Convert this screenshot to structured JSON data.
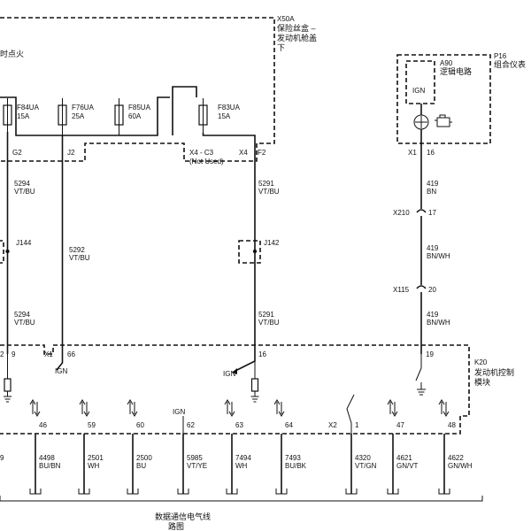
{
  "x50a": {
    "id": "X50A",
    "name_lines": [
      "保险丝盒 –",
      "发动机舱盖",
      "下"
    ],
    "left_fragment": "时点火"
  },
  "p16": {
    "id": "P16",
    "name": "组合仪表"
  },
  "a90": {
    "id": "A90",
    "name": "逻辑电路",
    "ign": "IGN"
  },
  "k20": {
    "id": "K20",
    "name_lines": [
      "发动机控制",
      "模块"
    ]
  },
  "fuses": [
    {
      "name": "F84UA",
      "rating": "15A"
    },
    {
      "name": "F76UA",
      "rating": "25A"
    },
    {
      "name": "F85UA",
      "rating": "60A"
    },
    {
      "name": "F83UA",
      "rating": "15A"
    }
  ],
  "fusebox_pins": {
    "g2": "G2",
    "j2": "J2",
    "x4c3": "X4 - C3",
    "not_used": "(Not Used)",
    "x4": "X4",
    "f2": "F2"
  },
  "splices": {
    "j144": "J144",
    "j142": "J142"
  },
  "wires": {
    "w5294_top": {
      "circuit": "5294",
      "color": "VT/BU"
    },
    "w5292": {
      "circuit": "5292",
      "color": "VT/BU"
    },
    "w5291_top": {
      "circuit": "5291",
      "color": "VT/BU"
    },
    "w5294_bot": {
      "circuit": "5294",
      "color": "VT/BU"
    },
    "w5291_bot": {
      "circuit": "5291",
      "color": "VT/BU"
    },
    "w419_a": {
      "circuit": "419",
      "color": "BN"
    },
    "w419_b": {
      "circuit": "419",
      "color": "BN/WH"
    },
    "w419_c": {
      "circuit": "419",
      "color": "BN/WH"
    }
  },
  "ipc_pins": {
    "x1": "X1",
    "p16": "16"
  },
  "inline_connectors": {
    "x210": {
      "name": "X210",
      "pin": "17"
    },
    "x115": {
      "name": "X115",
      "pin": "20"
    }
  },
  "ecm_pins": {
    "p2": "2",
    "p9": "9",
    "x1": "X1",
    "p66": "66",
    "p16": "16",
    "p19": "19",
    "ign_left": "IGN",
    "ign_right": "IGN",
    "ign_mid": "IGN",
    "x2": "X2"
  },
  "bottom_left_fragment": "9",
  "data_pins": [
    {
      "pin": "46",
      "circuit": "4498",
      "color": "BU/BN"
    },
    {
      "pin": "59",
      "circuit": "2501",
      "color": "WH"
    },
    {
      "pin": "60",
      "circuit": "2500",
      "color": "BU"
    },
    {
      "pin": "62",
      "circuit": "5985",
      "color": "VT/YE"
    },
    {
      "pin": "63",
      "circuit": "7494",
      "color": "WH"
    },
    {
      "pin": "64",
      "circuit": "7493",
      "color": "BU/BK"
    },
    {
      "pin": "1",
      "circuit": "4320",
      "color": "VT/GN"
    },
    {
      "pin": "47",
      "circuit": "4621",
      "color": "GN/VT"
    },
    {
      "pin": "48",
      "circuit": "4622",
      "color": "GN/WH"
    }
  ],
  "bottom_caption_lines": [
    "数据通信电气线",
    "路图"
  ]
}
